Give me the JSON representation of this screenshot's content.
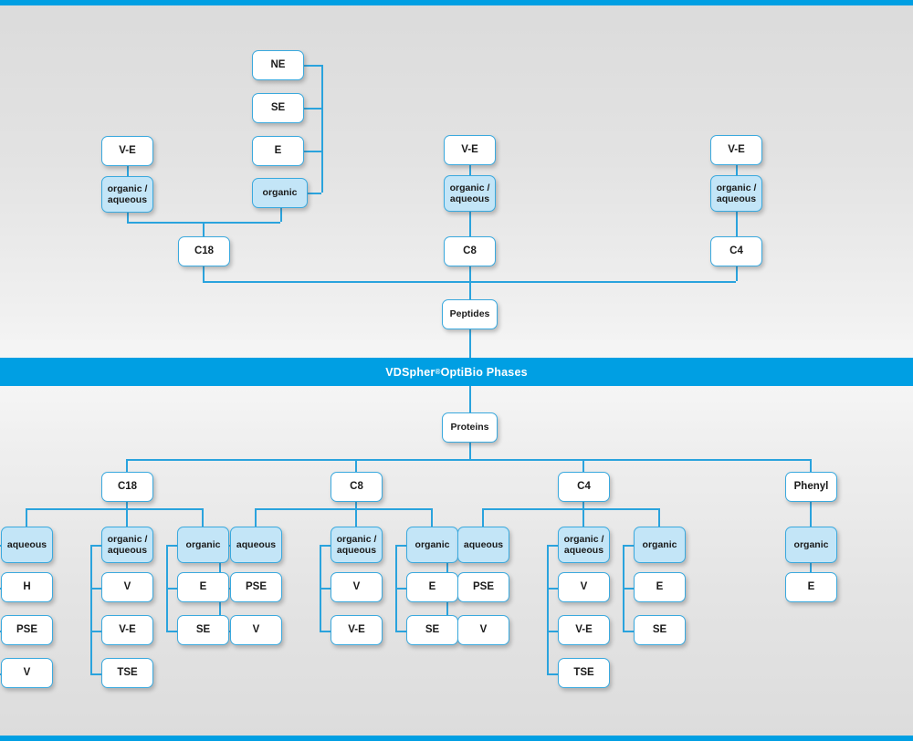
{
  "meta": {
    "accent_color": "#009fe3",
    "wire_color": "#2aa3dd",
    "node_fill": "#ffffff",
    "node_highlight_fill": "#c3e5f7",
    "background_top": "#dbdbdb",
    "background_mid": "#f6f6f6"
  },
  "banner": {
    "text_before": "VDSpher",
    "registered_mark": "®",
    "text_after": " OptiBio Phases"
  },
  "peptides": {
    "root_label": "Peptides",
    "columns": [
      {
        "ligand_label": "C18",
        "modifiers": [
          {
            "label": "organic /\naqueous",
            "highlight": true,
            "parents": [
              "V-E"
            ]
          },
          {
            "label": "organic",
            "highlight": true,
            "parents": [
              "NE",
              "SE",
              "E"
            ]
          }
        ]
      },
      {
        "ligand_label": "C8",
        "modifiers": [
          {
            "label": "organic /\naqueous",
            "highlight": true,
            "parents": [
              "V-E"
            ]
          }
        ]
      },
      {
        "ligand_label": "C4",
        "modifiers": [
          {
            "label": "organic /\naqueous",
            "highlight": true,
            "parents": [
              "V-E"
            ]
          }
        ]
      }
    ]
  },
  "proteins": {
    "root_label": "Proteins",
    "columns": [
      {
        "ligand_label": "C18",
        "groups": [
          {
            "label": "aqueous",
            "highlight": true,
            "items": [
              "H",
              "PSE",
              "V"
            ]
          },
          {
            "label": "organic /\naqueous",
            "highlight": true,
            "items": [
              "V",
              "V-E",
              "TSE"
            ]
          },
          {
            "label": "organic",
            "highlight": true,
            "items": [
              "E",
              "SE"
            ]
          }
        ]
      },
      {
        "ligand_label": "C8",
        "groups": [
          {
            "label": "aqueous",
            "highlight": true,
            "items": [
              "PSE",
              "V"
            ]
          },
          {
            "label": "organic /\naqueous",
            "highlight": true,
            "items": [
              "V",
              "V-E"
            ]
          },
          {
            "label": "organic",
            "highlight": true,
            "items": [
              "E",
              "SE"
            ]
          }
        ]
      },
      {
        "ligand_label": "C4",
        "groups": [
          {
            "label": "aqueous",
            "highlight": true,
            "items": [
              "PSE",
              "V"
            ]
          },
          {
            "label": "organic /\naqueous",
            "highlight": true,
            "items": [
              "V",
              "V-E",
              "TSE"
            ]
          },
          {
            "label": "organic",
            "highlight": true,
            "items": [
              "E",
              "SE"
            ]
          }
        ]
      },
      {
        "ligand_label": "Phenyl",
        "groups": [
          {
            "label": "organic",
            "highlight": true,
            "items": [
              "E"
            ]
          }
        ]
      }
    ]
  },
  "node_labels": {
    "ne": "NE",
    "se": "SE",
    "e": "E",
    "ve": "V-E",
    "v": "V",
    "h": "H",
    "pse": "PSE",
    "tse": "TSE",
    "organic": "organic",
    "organic_aqueous": "organic /\naqueous",
    "aqueous": "aqueous",
    "c18": "C18",
    "c8": "C8",
    "c4": "C4",
    "phenyl": "Phenyl",
    "peptides": "Peptides",
    "proteins": "Proteins"
  }
}
